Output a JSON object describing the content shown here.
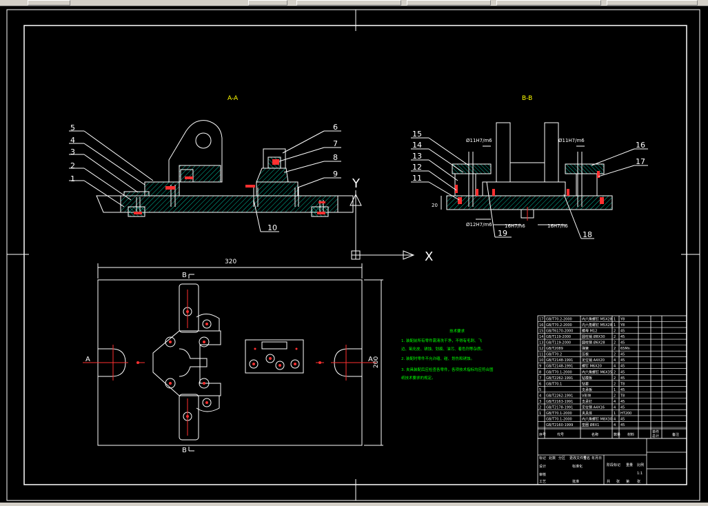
{
  "views": {
    "section_aa": "A-A",
    "section_bb": "B-B",
    "cut_a_left": "A",
    "cut_a_right": "A",
    "cut_b_top": "B",
    "cut_b_bottom": "B"
  },
  "axes": {
    "y": "Y",
    "x": "X"
  },
  "dimensions": {
    "width": "320",
    "height": "200",
    "bb_height": "20",
    "bb_d1": "Ø11H7/m6",
    "bb_d2": "Ø11H7/m6",
    "bb_d3": "Ø12H7/m6",
    "bb_d4": "16H7/h6",
    "bb_d5": "16H7/h6"
  },
  "balloons_aa": [
    "1",
    "2",
    "3",
    "4",
    "5",
    "6",
    "7",
    "8",
    "9",
    "10"
  ],
  "balloons_bb": [
    "11",
    "12",
    "13",
    "14",
    "15",
    "16",
    "17",
    "18",
    "19"
  ],
  "notes": {
    "title": "技术要求",
    "lines": [
      "1. 装配前所有零件需清洗干净，不得有毛刺、飞",
      "边、氧化皮、锈蚀、划痕、油污、着色剂等杂质。",
      "2. 装配时零件不允许磕、碰、划伤和锈蚀。",
      "3. 夹具装配后应检查各零件，各项技术指标均应符合图",
      "纸技术要求的规定。"
    ]
  },
  "bom": {
    "rows": [
      [
        "17",
        "GB/T70.2-2000",
        "内六角螺钉 M5X28",
        "1",
        "Y8"
      ],
      [
        "16",
        "GB/T70.2-2000",
        "内六角螺钉 M5X28",
        "1",
        "Y8"
      ],
      [
        "15",
        "GB/T6170-2000",
        "螺母 M12",
        "2",
        "45"
      ],
      [
        "14",
        "GB/T119-2000",
        "圆柱销 Ø8X30",
        "2",
        "45"
      ],
      [
        "13",
        "GB/T119-2000",
        "圆柱销 Ø6X28",
        "2",
        "45"
      ],
      [
        "12",
        "GB/T2089",
        "弹簧",
        "2",
        "65Mn"
      ],
      [
        "11",
        "GB/T70.2",
        "压板",
        "2",
        "45"
      ],
      [
        "10",
        "GB/T2148-1991",
        "定位销 A4X20",
        "4",
        "45"
      ],
      [
        "9",
        "GB/T2148-1991",
        "螺钉 M6X20",
        "4",
        "45"
      ],
      [
        "8",
        "GB/T70.1-2000",
        "内六角螺钉 M6X35",
        "2",
        "45"
      ],
      [
        "7",
        "GB/T2262-1991",
        "钻模板",
        "2",
        "45"
      ],
      [
        "6",
        "GB/T70.1",
        "钻套",
        "2",
        "T8"
      ],
      [
        "5",
        "",
        "支承板",
        "1",
        "45"
      ],
      [
        "4",
        "GB/T2262-1991",
        "V形块",
        "2",
        "T8"
      ],
      [
        "3",
        "GB/T2163-1991",
        "支承钉",
        "4",
        "45"
      ],
      [
        "2",
        "GB/T2178-1991",
        "定位销 A4X16",
        "4",
        "45"
      ],
      [
        "1",
        "GB/T70.1-2000",
        "夹具体",
        "1",
        "HT200"
      ],
      [
        "",
        "GB/T70.1-2000",
        "内六角螺钉 M8X30",
        "4",
        "45"
      ],
      [
        "",
        "GB/T2160-1999",
        "垫圈 Ø8X1",
        "4",
        "45"
      ]
    ],
    "header": [
      "序号",
      "代号",
      "名称",
      "数量",
      "材料",
      "单件",
      "总计",
      "备注"
    ],
    "title_block": {
      "r1": [
        "标记",
        "处数",
        "分区",
        "更改文件号",
        "签名",
        "年月日"
      ],
      "r2": [
        "设计",
        "",
        "",
        "标准化",
        ""
      ],
      "r3": [
        "审核",
        ""
      ],
      "r4": [
        "工艺",
        "",
        "批准",
        ""
      ],
      "stage": [
        "阶段标记",
        "重量",
        "比例"
      ],
      "scale": "1:1",
      "sheet": [
        "共",
        "张",
        "第",
        "张"
      ]
    }
  },
  "colors": {
    "background": "#000000",
    "lines": "#ffffff",
    "hatch": "#00c0a0",
    "red": "#ff3030",
    "yellow": "#ffff00",
    "green": "#00ff00",
    "magenta": "#ff40ff"
  }
}
